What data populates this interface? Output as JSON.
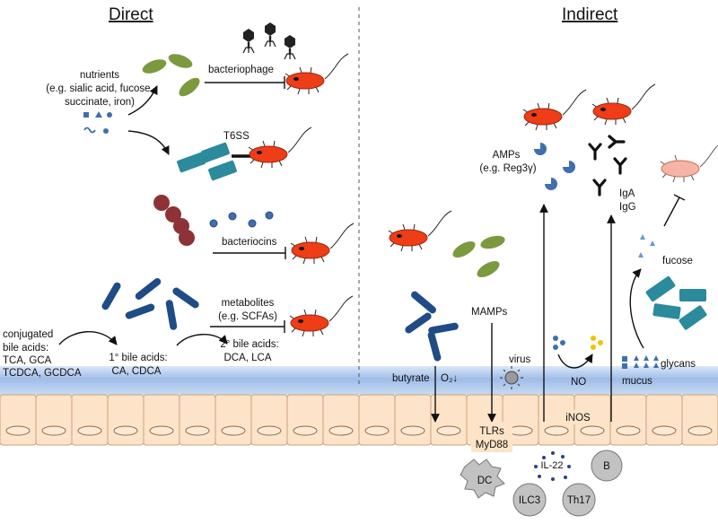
{
  "headers": {
    "direct": "Direct",
    "indirect": "Indirect"
  },
  "direct": {
    "nutrients": [
      "nutrients",
      "(e.g. sialic acid, fucose,",
      "succinate, iron)"
    ],
    "bacteriophage": "bacteriophage",
    "t6ss": "T6SS",
    "bacteriocins": "bacteriocins",
    "metabolites": [
      "metabolites",
      "(e.g. SCFAs)"
    ],
    "conjugated_bile_acids": [
      "conjugated",
      "bile acids:",
      "TCA, GCA",
      "TCDCA, GCDCA"
    ],
    "primary_bile_acids": [
      "1° bile acids:",
      "CA, CDCA"
    ],
    "secondary_bile_acids": [
      "2° bile acids:",
      "DCA, LCA"
    ]
  },
  "indirect": {
    "amps": [
      "AMPs",
      "(e.g. Reg3γ)"
    ],
    "iga": "IgA",
    "igg": "IgG",
    "fucose": "fucose",
    "mamps": "MAMPs",
    "virus": "virus",
    "no": "NO",
    "glycans": "glycans",
    "mucus": "mucus",
    "butyrate": "butyrate",
    "o2": "O₂↓",
    "inos": "iNOS",
    "tlrs": [
      "TLRs",
      "MyD88"
    ],
    "il22": "IL-22",
    "cells": {
      "dc": "DC",
      "ilc3": "ILC3",
      "th17": "Th17",
      "b": "B"
    }
  },
  "colors": {
    "pathogen": "#ee3d17",
    "commensal_green": "#7b9a3e",
    "teal": "#2b8a9c",
    "maroon": "#8d3236",
    "navy": "#1f4c86",
    "mucus": "#a9c3ec",
    "epithelium": "#fde4c8",
    "immune_cell": "#c2c2c2"
  }
}
